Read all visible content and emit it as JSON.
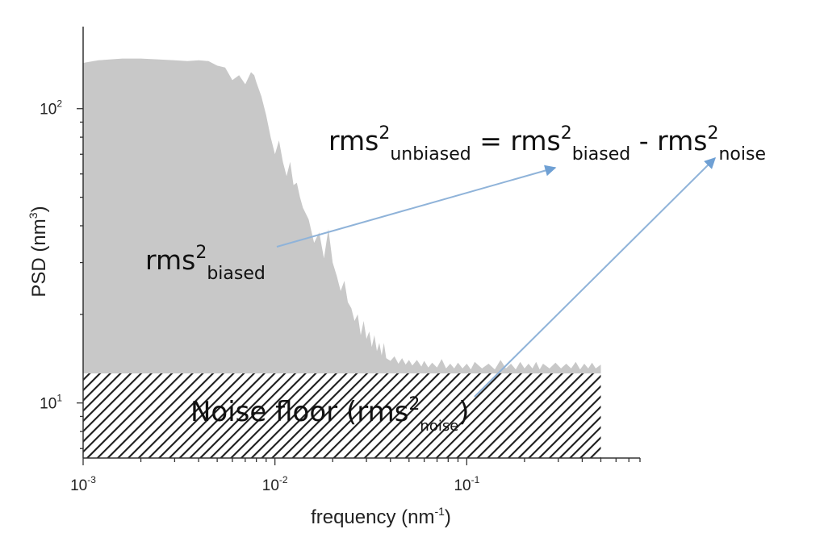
{
  "chart_data": {
    "type": "area",
    "x_scale": "log",
    "y_scale": "log",
    "xlabel": "frequency (nm",
    "xlabel_exp": "-1",
    "xlabel_close": ")",
    "ylabel": "PSD (nm",
    "ylabel_exp": "3",
    "ylabel_close": ")",
    "xlim": [
      0.001,
      0.8
    ],
    "ylim": [
      6.5,
      190
    ],
    "grid": false,
    "x_ticks": [
      {
        "value": 0.001,
        "base": "10",
        "exp": "-3"
      },
      {
        "value": 0.01,
        "base": "10",
        "exp": "-2"
      },
      {
        "value": 0.1,
        "base": "10",
        "exp": "-1"
      }
    ],
    "y_ticks": [
      {
        "value": 10,
        "base": "10",
        "exp": "1"
      },
      {
        "value": 100,
        "base": "10",
        "exp": "2"
      }
    ],
    "colors": {
      "psd_fill": "#c8c8c8",
      "hatch": "#1e1e1e",
      "arrow": "#8fb3d9",
      "axis": "#333333"
    },
    "series": [
      {
        "x": [
          0.001,
          0.0012,
          0.0016,
          0.002,
          0.0025,
          0.003,
          0.0035,
          0.004,
          0.0045,
          0.005,
          0.0055,
          0.006,
          0.0065,
          0.007,
          0.0075,
          0.0078,
          0.008,
          0.0085,
          0.009,
          0.0095,
          0.01,
          0.0105,
          0.011,
          0.0115,
          0.012,
          0.0125,
          0.013,
          0.0135,
          0.014,
          0.015,
          0.016,
          0.017,
          0.018,
          0.019,
          0.02,
          0.021,
          0.022,
          0.023,
          0.024,
          0.025,
          0.026,
          0.027,
          0.028,
          0.029,
          0.03,
          0.031,
          0.032,
          0.033,
          0.034,
          0.035,
          0.036,
          0.037,
          0.038,
          0.04,
          0.042,
          0.044,
          0.046,
          0.048,
          0.05,
          0.052,
          0.055,
          0.058,
          0.06,
          0.063,
          0.066,
          0.07,
          0.074,
          0.078,
          0.082,
          0.086,
          0.09,
          0.095,
          0.1,
          0.105,
          0.11,
          0.12,
          0.13,
          0.14,
          0.15,
          0.16,
          0.17,
          0.18,
          0.19,
          0.2,
          0.21,
          0.22,
          0.23,
          0.24,
          0.25,
          0.27,
          0.29,
          0.31,
          0.33,
          0.35,
          0.37,
          0.39,
          0.41,
          0.43,
          0.45,
          0.47,
          0.5
        ],
        "y": [
          143,
          146,
          148,
          148,
          147,
          146,
          145,
          146,
          145,
          140,
          138,
          125,
          130,
          121,
          133,
          130,
          123,
          110,
          95,
          80,
          70,
          78,
          66,
          59,
          66,
          55,
          56,
          50,
          46,
          42,
          35,
          38,
          31,
          39,
          30,
          27,
          24,
          26,
          22,
          21,
          19,
          20,
          17,
          19,
          16.5,
          17.5,
          15.5,
          17,
          15,
          16,
          14.5,
          16,
          14.2,
          13.9,
          14.4,
          13.6,
          14.2,
          13.5,
          14,
          13.4,
          14,
          13.3,
          13.9,
          13.2,
          13.7,
          13.2,
          14.1,
          13.1,
          13.6,
          13.1,
          13.7,
          13.1,
          13.6,
          13,
          13.8,
          13.1,
          13.6,
          13,
          14,
          13.1,
          13.6,
          13,
          13.8,
          13.1,
          13.6,
          13.1,
          13.8,
          13,
          13.6,
          13.1,
          13.7,
          13.1,
          13.6,
          13.1,
          13.8,
          13,
          13.6,
          13.1,
          13.7,
          13.1,
          13.5
        ]
      }
    ],
    "noise_floor": {
      "x_range": [
        0.001,
        0.5
      ],
      "y_top": 12.6
    },
    "annotations": {
      "equation": {
        "t1": "rms",
        "t1_sup": "2",
        "t1_sub": "unbiased",
        "eq": " = ",
        "t2": "rms",
        "t2_sup": "2",
        "t2_sub": "biased",
        "minus": " - ",
        "t3": "rms",
        "t3_sup": "2",
        "t3_sub": "noise"
      },
      "biased": {
        "t": "rms",
        "sup": "2",
        "sub": "biased"
      },
      "noise": {
        "t": "Noise floor (rms",
        "sup": "2",
        "sub": "noise",
        "close": ")"
      }
    }
  }
}
